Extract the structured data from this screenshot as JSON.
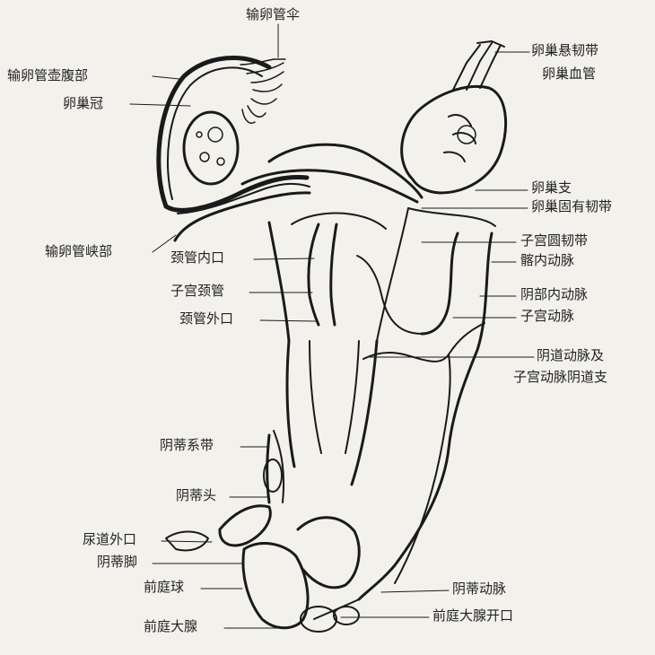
{
  "labels": {
    "tube_fimbriae": "输卵管伞",
    "tube_ampulla": "输卵管壶腹部",
    "corona": "卵巢冠",
    "tube_isthmus": "输卵管峡部",
    "internal_os": "颈管内口",
    "cervical_canal": "子宫颈管",
    "external_os": "颈管外口",
    "frenulum": "阴蒂系带",
    "glans": "阴蒂头",
    "urethral_orifice": "尿道外口",
    "clitoral_crus": "阴蒂脚",
    "vestibular_bulb": "前庭球",
    "greater_vestibular_gland": "前庭大腺",
    "suspensory_lig": "卵巢悬韧带",
    "ovarian_vessels": "卵巢血管",
    "ovarian_branch": "卵巢支",
    "ovarian_lig": "卵巢固有韧带",
    "round_lig": "子宫圆韧带",
    "internal_iliac": "髂内动脉",
    "internal_pudendal": "阴部内动脉",
    "uterine_artery": "子宫动脉",
    "vaginal_artery_1": "阴道动脉及",
    "vaginal_artery_2": "子宫动脉阴道支",
    "clitoral_artery": "阴蒂动脉",
    "gland_opening": "前庭大腺开口"
  }
}
